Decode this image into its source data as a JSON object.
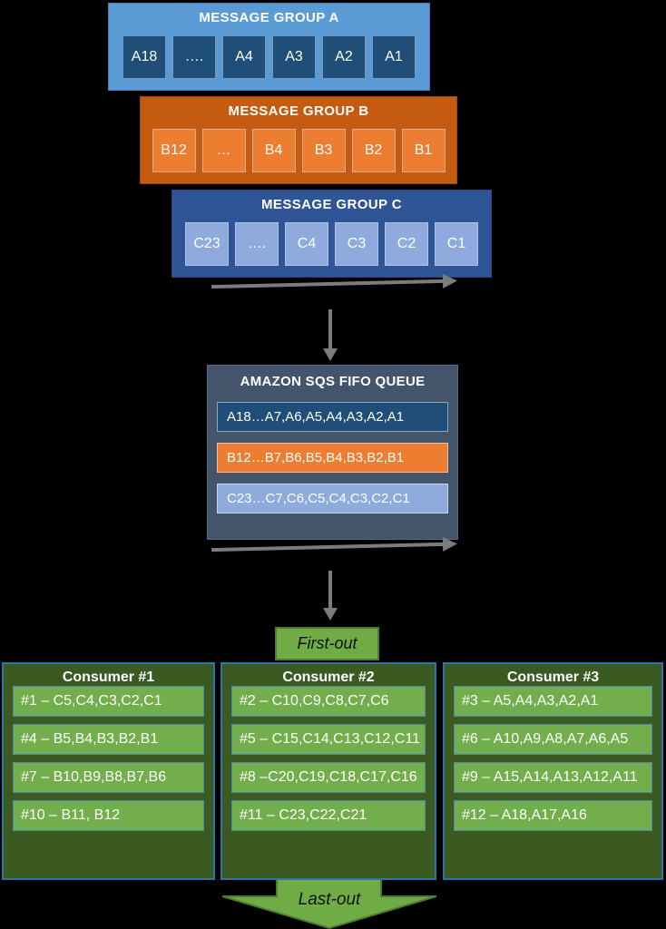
{
  "colors": {
    "background": "#000000",
    "group_a_container": "#5B9BD5",
    "group_a_cell": "#1F4E79",
    "group_b_container": "#C55A11",
    "group_b_cell": "#ED7D31",
    "group_c_container": "#2F5597",
    "group_c_cell": "#8FAADC",
    "queue_container": "#44546A",
    "green_fill": "#6FAC46",
    "green_row": "#72AE4B",
    "green_border": "#4E7B31",
    "consumer_container": "#3A5A22",
    "consumer_border": "#2E74A8",
    "arrow_gray": "#7C7C7C",
    "text_white": "#FFFFFF",
    "text_black": "#111111"
  },
  "message_groups": [
    {
      "title": "MESSAGE GROUP A",
      "cells": [
        "A18",
        "….",
        "A4",
        "A3",
        "A2",
        "A1"
      ]
    },
    {
      "title": "MESSAGE GROUP B",
      "cells": [
        "B12",
        "…",
        "B4",
        "B3",
        "B2",
        "B1"
      ]
    },
    {
      "title": "MESSAGE GROUP C",
      "cells": [
        "C23",
        "….",
        "C4",
        "C3",
        "C2",
        "C1"
      ]
    }
  ],
  "queue": {
    "title": "AMAZON SQS FIFO QUEUE",
    "rows": [
      {
        "text": "A18…A7,A6,A5,A4,A3,A2,A1"
      },
      {
        "text": "B12…B7,B6,B5,B4,B3,B2,B1"
      },
      {
        "text": "C23…C7,C6,C5,C4,C3,C2,C1"
      }
    ]
  },
  "labels": {
    "first_out": "First-out",
    "last_out": "Last-out"
  },
  "consumers": [
    {
      "title": "Consumer #1",
      "rows": [
        "#1 – C5,C4,C3,C2,C1",
        "#4 – B5,B4,B3,B2,B1",
        "#7 – B10,B9,B8,B7,B6",
        "#10 – B11, B12"
      ]
    },
    {
      "title": "Consumer #2",
      "rows": [
        "#2 – C10,C9,C8,C7,C6",
        "#5 – C15,C14,C13,C12,C11",
        "#8 –C20,C19,C18,C17,C16",
        "#11 – C23,C22,C21"
      ]
    },
    {
      "title": "Consumer #3",
      "rows": [
        "#3 – A5,A4,A3,A2,A1",
        "#6 – A10,A9,A8,A7,A6,A5",
        "#9 – A15,A14,A13,A12,A11",
        "#12 – A18,A17,A16"
      ]
    }
  ]
}
